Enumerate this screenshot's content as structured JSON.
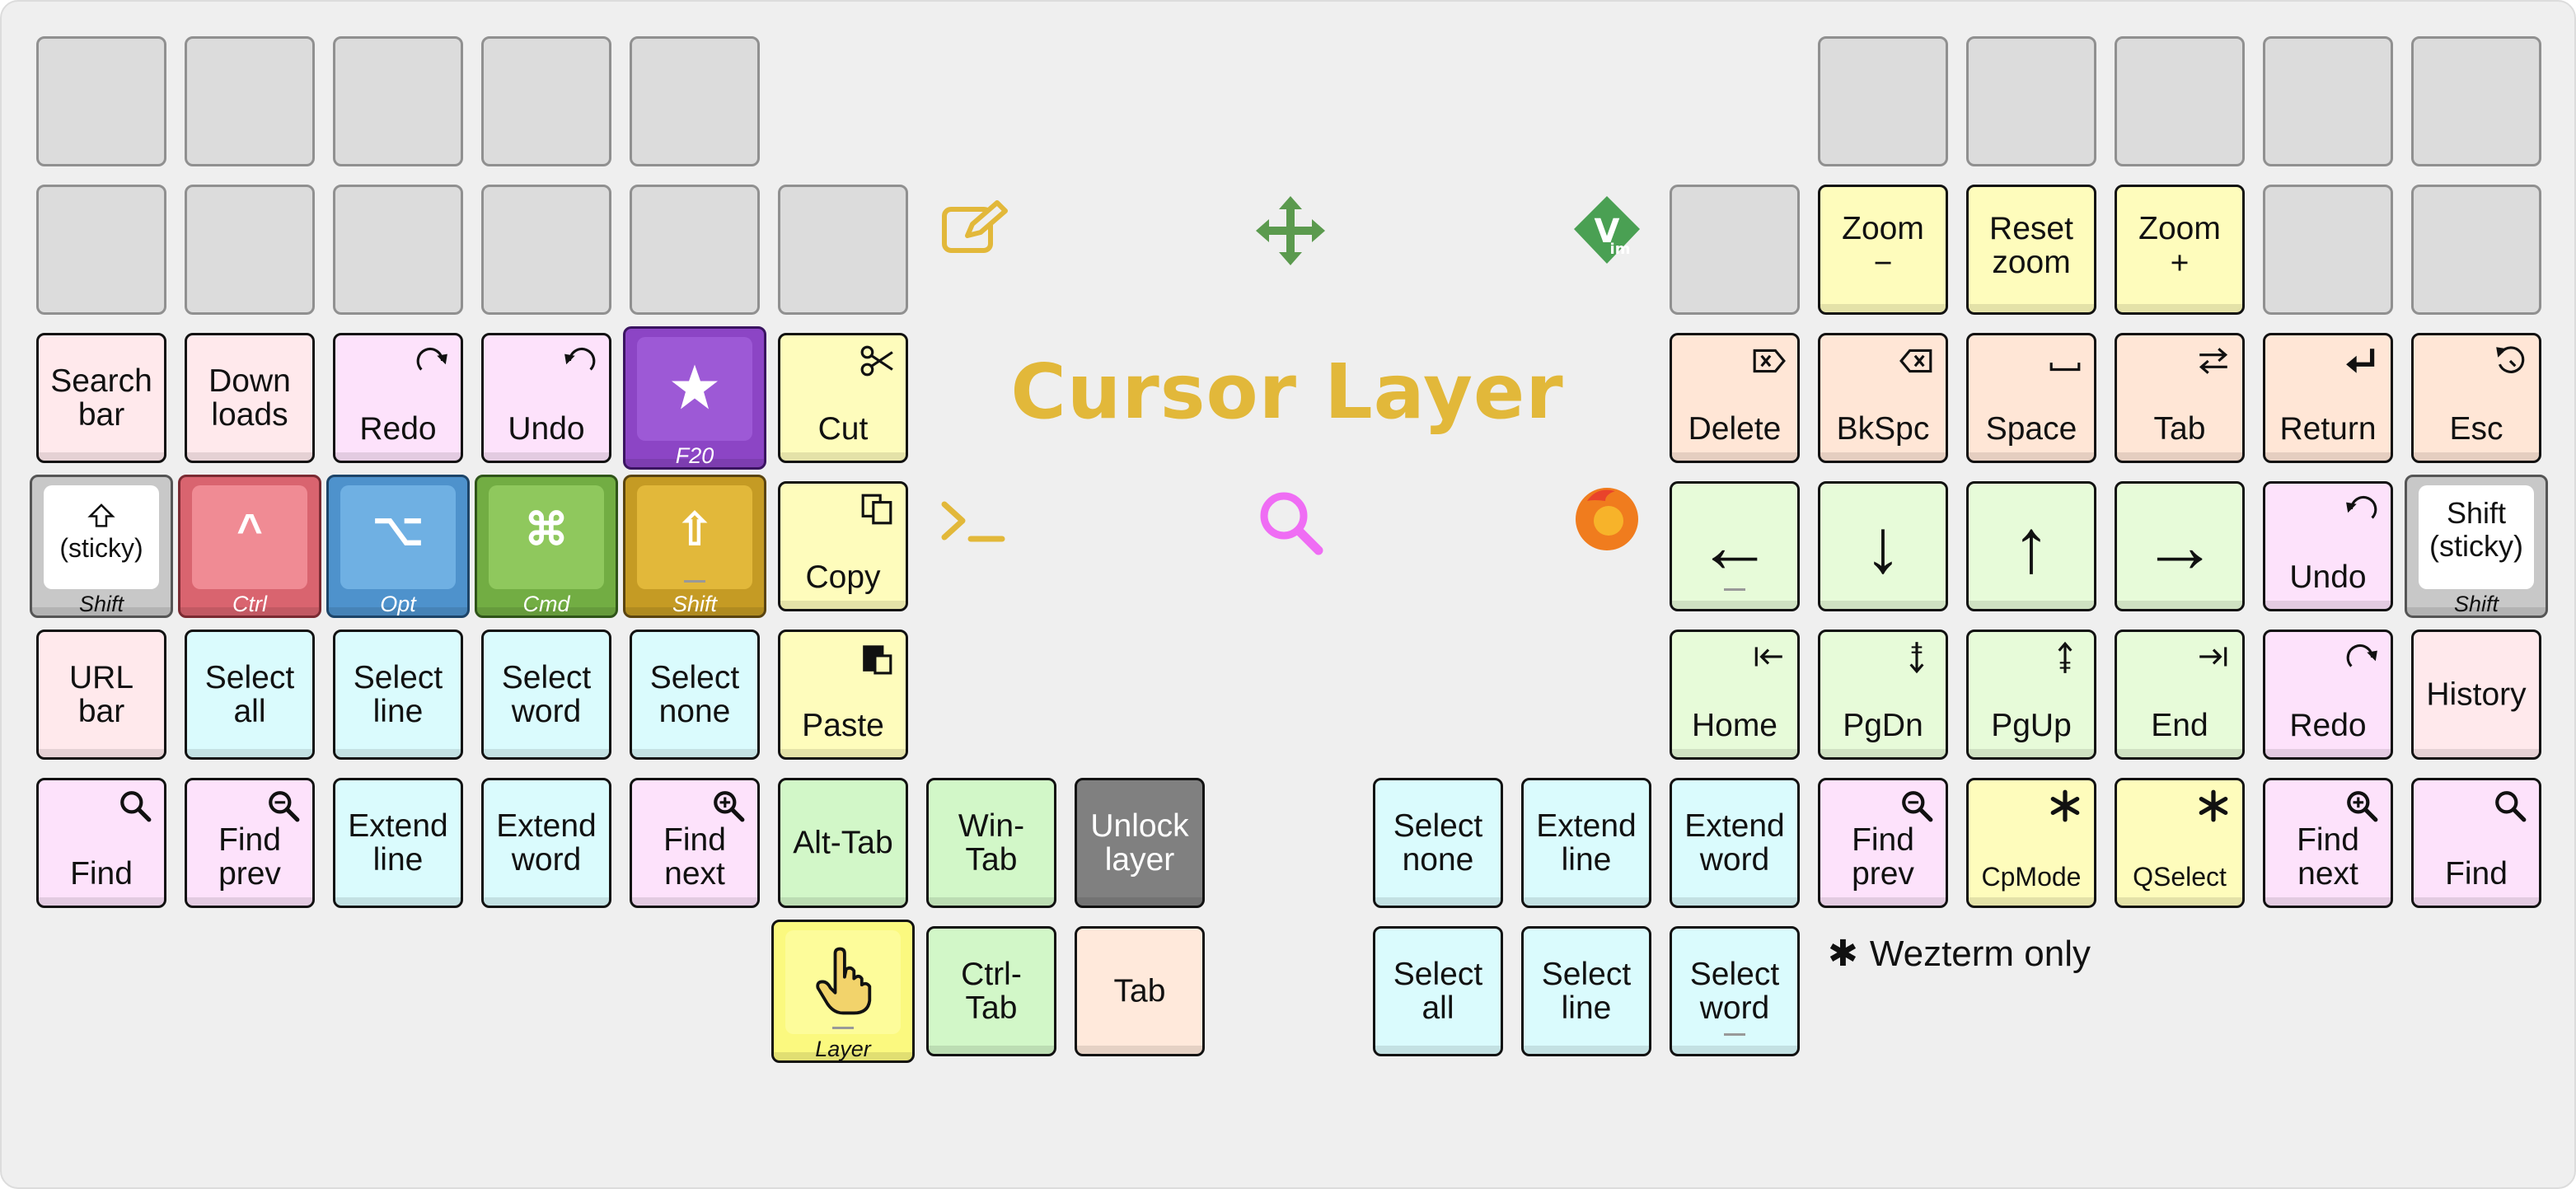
{
  "title": "Cursor Layer",
  "legend": {
    "star": "✱",
    "text": "Wezterm only"
  },
  "layer_icons": [
    "edit-icon",
    "move-icon",
    "vim-icon",
    "terminal-icon",
    "search-icon",
    "firefox-icon"
  ],
  "colors": {
    "title": "#e2b83a",
    "ctrl": "#f08b94",
    "opt": "#6fb0e3",
    "cmd": "#8fc85d",
    "shift": "#e2b83a",
    "f20": "#9d59d6",
    "layer": "#fbf97f"
  },
  "left": {
    "row0": [
      {
        "label": ""
      },
      {
        "label": ""
      },
      {
        "label": ""
      },
      {
        "label": ""
      },
      {
        "label": ""
      }
    ],
    "row1": [
      {
        "label": ""
      },
      {
        "label": ""
      },
      {
        "label": ""
      },
      {
        "label": ""
      },
      {
        "label": ""
      },
      {
        "label": ""
      }
    ],
    "row2": [
      {
        "label": "Search\nbar",
        "color": "pink"
      },
      {
        "label": "Down\nloads",
        "color": "pink"
      },
      {
        "label": "Redo",
        "color": "lilac",
        "icon": "redo-icon"
      },
      {
        "label": "Undo",
        "color": "lilac",
        "icon": "undo-icon"
      },
      {
        "label": "F20",
        "hold": "F20",
        "icon": "star-icon"
      },
      {
        "label": "Cut",
        "color": "yellow",
        "icon": "scissors-icon"
      }
    ],
    "row3": [
      {
        "label": "(sticky)",
        "hold": "Shift",
        "icon": "shift-outline-icon"
      },
      {
        "label": "^",
        "hold": "Ctrl"
      },
      {
        "label": "⌥",
        "hold": "Opt"
      },
      {
        "label": "⌘",
        "hold": "Cmd"
      },
      {
        "label": "⇧",
        "hold": "Shift"
      },
      {
        "label": "Copy",
        "color": "yellow",
        "icon": "copy-icon"
      }
    ],
    "row4": [
      {
        "label": "URL\nbar",
        "color": "pink"
      },
      {
        "label": "Select\nall",
        "color": "cyan"
      },
      {
        "label": "Select\nline",
        "color": "cyan"
      },
      {
        "label": "Select\nword",
        "color": "cyan"
      },
      {
        "label": "Select\nnone",
        "color": "cyan"
      },
      {
        "label": "Paste",
        "color": "yellow",
        "icon": "paste-icon"
      }
    ],
    "row5": [
      {
        "label": "Find",
        "color": "lilac",
        "icon": "search-icon"
      },
      {
        "label": "Find\nprev",
        "color": "lilac",
        "icon": "zoom-out-icon"
      },
      {
        "label": "Extend\nline",
        "color": "cyan"
      },
      {
        "label": "Extend\nword",
        "color": "cyan"
      },
      {
        "label": "Find\nnext",
        "color": "lilac",
        "icon": "zoom-in-icon"
      },
      {
        "label": "Alt-Tab",
        "color": "green"
      },
      {
        "label": "Win-\nTab",
        "color": "green"
      },
      {
        "label": "Unlock\nlayer",
        "color": "gray"
      }
    ],
    "thumbs": [
      {
        "label": "",
        "hold": "Layer",
        "icon": "pointer-hand-icon"
      },
      {
        "label": "Ctrl-\nTab",
        "color": "green"
      },
      {
        "label": "Tab",
        "color": "peach"
      }
    ]
  },
  "right": {
    "row0": [
      {
        "label": ""
      },
      {
        "label": ""
      },
      {
        "label": ""
      },
      {
        "label": ""
      },
      {
        "label": ""
      }
    ],
    "row1": [
      {
        "label": ""
      },
      {
        "label": "Zoom\n−",
        "color": "yellow"
      },
      {
        "label": "Reset\nzoom",
        "color": "yellow"
      },
      {
        "label": "Zoom\n+",
        "color": "yellow"
      },
      {
        "label": ""
      },
      {
        "label": ""
      }
    ],
    "row2": [
      {
        "label": "Delete",
        "color": "peach",
        "icon": "delete-icon"
      },
      {
        "label": "BkSpc",
        "color": "peach",
        "icon": "backspace-icon"
      },
      {
        "label": "Space",
        "color": "peach",
        "icon": "space-icon"
      },
      {
        "label": "Tab",
        "color": "peach",
        "icon": "tab-icon"
      },
      {
        "label": "Return",
        "color": "peach",
        "icon": "return-icon"
      },
      {
        "label": "Esc",
        "color": "peach",
        "icon": "escape-icon"
      }
    ],
    "row3": [
      {
        "label": "←",
        "color": "green"
      },
      {
        "label": "↓",
        "color": "green"
      },
      {
        "label": "↑",
        "color": "green"
      },
      {
        "label": "→",
        "color": "green"
      },
      {
        "label": "Undo",
        "color": "lilac",
        "icon": "undo-icon"
      },
      {
        "label": "Shift\n(sticky)",
        "hold": "Shift"
      }
    ],
    "row4": [
      {
        "label": "Home",
        "color": "green",
        "icon": "home-icon"
      },
      {
        "label": "PgDn",
        "color": "green",
        "icon": "page-down-icon"
      },
      {
        "label": "PgUp",
        "color": "green",
        "icon": "page-up-icon"
      },
      {
        "label": "End",
        "color": "green",
        "icon": "end-icon"
      },
      {
        "label": "Redo",
        "color": "lilac",
        "icon": "redo-icon"
      },
      {
        "label": "History",
        "color": "pink"
      }
    ],
    "row5": [
      {
        "label": "Select\nnone",
        "color": "cyan"
      },
      {
        "label": "Extend\nline",
        "color": "cyan"
      },
      {
        "label": "Extend\nword",
        "color": "cyan"
      },
      {
        "label": "Find\nprev",
        "color": "lilac",
        "icon": "zoom-out-icon"
      },
      {
        "label": "CpMode",
        "color": "yellow",
        "icon": "asterisk-icon"
      },
      {
        "label": "QSelect",
        "color": "yellow",
        "icon": "asterisk-icon"
      },
      {
        "label": "Find\nnext",
        "color": "lilac",
        "icon": "zoom-in-icon"
      },
      {
        "label": "Find",
        "color": "lilac",
        "icon": "search-icon"
      }
    ],
    "row6": [
      {
        "label": "Select\nall",
        "color": "cyan"
      },
      {
        "label": "Select\nline",
        "color": "cyan"
      },
      {
        "label": "Select\nword",
        "color": "cyan"
      }
    ]
  }
}
